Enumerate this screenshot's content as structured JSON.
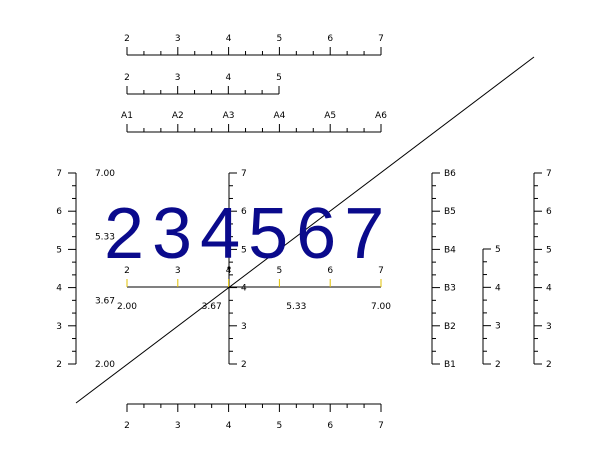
{
  "big_label": "234567",
  "colors": {
    "axis": "#000000",
    "big_text": "#0a0a8c",
    "inner_tick": "#e0c000",
    "diagonal": "#000000"
  },
  "axes": [
    {
      "id": "top-numeric-2-7",
      "orientation": "horizontal",
      "labels": [
        "2",
        "3",
        "4",
        "5",
        "6",
        "7"
      ]
    },
    {
      "id": "top-numeric-2-5",
      "orientation": "horizontal",
      "labels": [
        "2",
        "3",
        "4",
        "5"
      ]
    },
    {
      "id": "top-categorical-a",
      "orientation": "horizontal",
      "labels": [
        "A1",
        "A2",
        "A3",
        "A4",
        "A5",
        "A6"
      ]
    },
    {
      "id": "left-numeric-2-7",
      "orientation": "vertical",
      "labels": [
        "2",
        "3",
        "4",
        "5",
        "6",
        "7"
      ]
    },
    {
      "id": "left-fractional",
      "orientation": "vertical",
      "labels": [
        "2.00",
        "3.67",
        "5.33",
        "7.00"
      ]
    },
    {
      "id": "center-vertical-2-7",
      "orientation": "vertical",
      "labels": [
        "2",
        "3",
        "4",
        "5",
        "6",
        "7"
      ]
    },
    {
      "id": "center-horizontal-2-7",
      "orientation": "horizontal",
      "labels": [
        "2",
        "3",
        "4",
        "5",
        "6",
        "7"
      ]
    },
    {
      "id": "center-horizontal-fractional",
      "orientation": "horizontal",
      "labels": [
        "2.00",
        "3.67",
        "5.33",
        "7.00"
      ]
    },
    {
      "id": "right-categorical-b",
      "orientation": "vertical",
      "labels": [
        "B1",
        "B2",
        "B3",
        "B4",
        "B5",
        "B6"
      ]
    },
    {
      "id": "right-numeric-2-5",
      "orientation": "vertical",
      "labels": [
        "2",
        "3",
        "4",
        "5"
      ]
    },
    {
      "id": "far-right-numeric-2-7",
      "orientation": "vertical",
      "labels": [
        "2",
        "3",
        "4",
        "5",
        "6",
        "7"
      ]
    },
    {
      "id": "bottom-numeric-2-7",
      "orientation": "horizontal",
      "labels": [
        "2",
        "3",
        "4",
        "5",
        "6",
        "7"
      ]
    }
  ]
}
